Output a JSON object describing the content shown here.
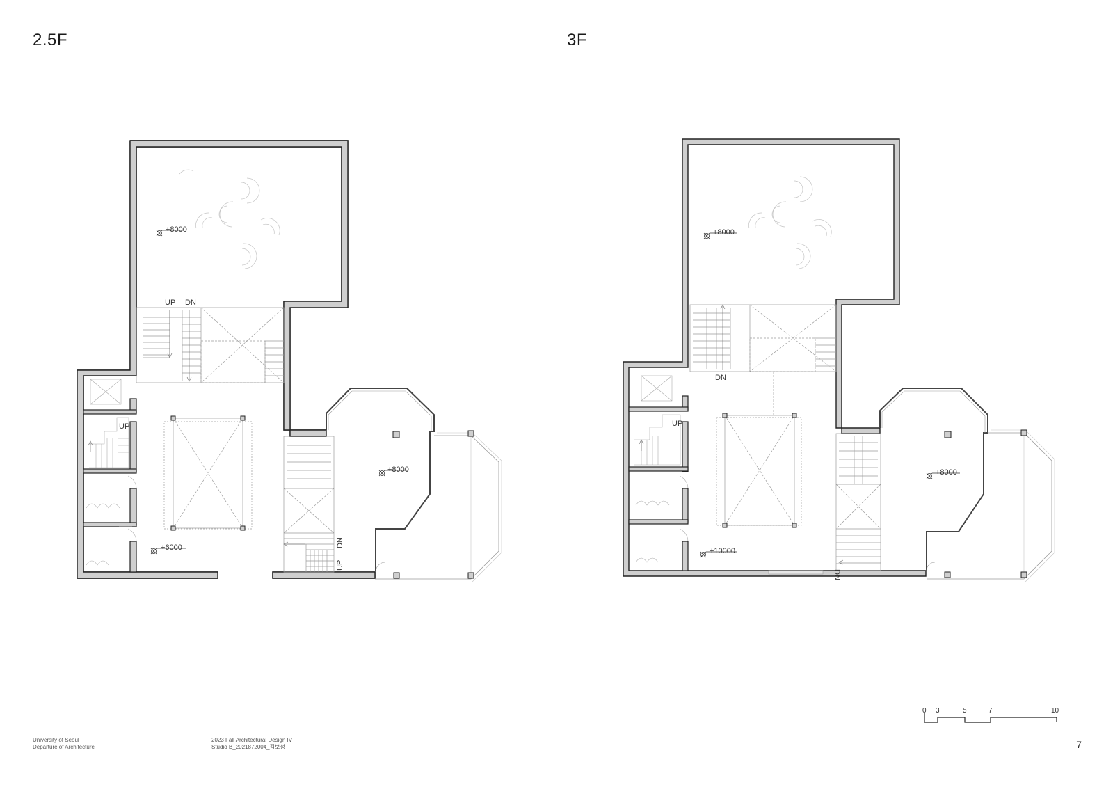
{
  "sheet": {
    "page_number": "7",
    "institution_line1": "University of Seoul",
    "institution_line2": "Departure of Architecture",
    "course_line1": "2023 Fall Architectural Design IV",
    "course_line2": "Studio B_2021872004_김보성"
  },
  "plans": {
    "left": {
      "title": "2.5F",
      "labels": {
        "stair_up_top": "UP",
        "stair_dn_top": "DN",
        "stair_up_left": "UP",
        "stair_dn_right": "DN",
        "stair_up_right": "UP",
        "level_main_hall": "+8000",
        "level_lower_left": "+6000",
        "level_octagon": "+8000"
      }
    },
    "right": {
      "title": "3F",
      "labels": {
        "stair_dn_top": "DN",
        "stair_up_left": "UP",
        "stair_dn_right": "DN",
        "level_main_hall": "+8000",
        "level_lower_left": "+10000",
        "level_octagon": "+8000"
      }
    }
  },
  "scale_bar": {
    "ticks": [
      "0",
      "3",
      "5",
      "7",
      "10"
    ]
  },
  "colors": {
    "wall_fill": "#cfcfcf",
    "wall_stroke": "#222222",
    "thin_line": "#9a9a9a"
  }
}
